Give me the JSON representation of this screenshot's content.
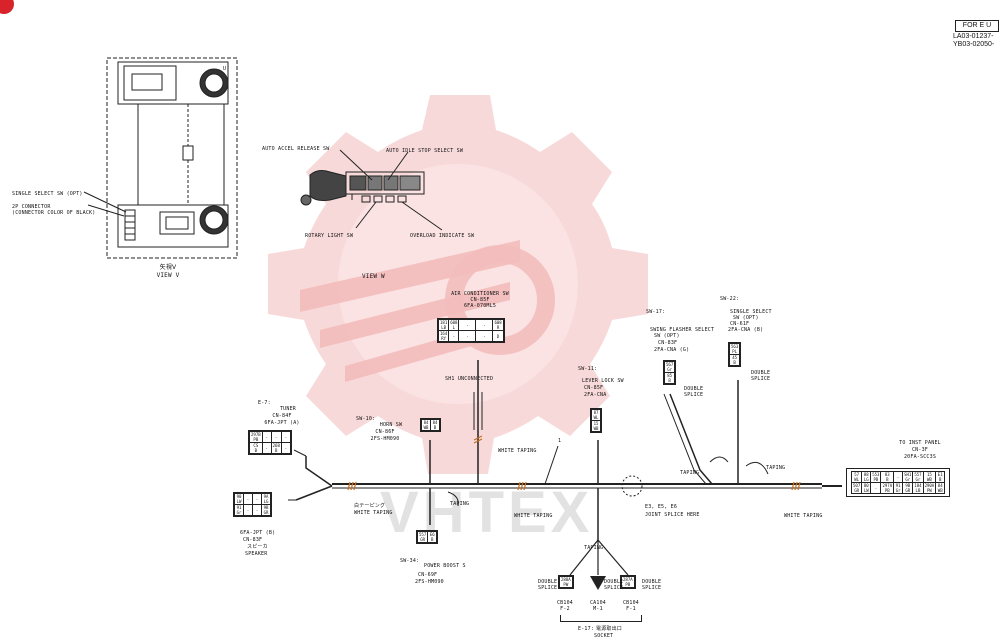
{
  "header": {
    "stamp": "FOR E U",
    "doc_numbers": [
      "LA03-01237-",
      "YB03-02050-"
    ]
  },
  "view_v": {
    "label_jp": "矢視V",
    "label_en": "VIEW V",
    "callout_select_sw": "SINGLE SELECT SW (OPT)",
    "callout_connector_1": "2P CONNECTOR",
    "callout_connector_2": "(CONNECTOR COLOR OF BLACK)",
    "panel_letter": "U"
  },
  "view_w": {
    "label": "VIEW W",
    "callouts": {
      "auto_accel": "AUTO ACCEL RELEASE SW",
      "auto_idle": "AUTO IDLE STOP SELECT SW",
      "rotary_light": "ROTARY LIGHT SW",
      "overload": "OVERLOAD INDICATE SW"
    }
  },
  "components": {
    "aircon": {
      "title": "AIR CONDITIONER SW",
      "conn": "CN-85F",
      "part": "6FA-070ML5",
      "note": "SH1 UNCONNECTED",
      "pins_top": [
        "181\nLB",
        "608\nL",
        "-",
        "-",
        "608\nR"
      ],
      "pins_bottom": [
        "164\nRY",
        "-",
        "-",
        "-",
        "D"
      ]
    },
    "tuner": {
      "id": "E-7:",
      "title": "TUNER",
      "conn": "CN-84F",
      "part": "6FA-JPT (A)",
      "pins_top": [
        "297B\nPB",
        "-",
        "-",
        "-"
      ],
      "pins_bottom": [
        "CS\nB",
        "-",
        "26B\nB",
        "-"
      ]
    },
    "speaker": {
      "part": "6FA-JPT (B)",
      "conn": "CN-83F",
      "label_jp": "スピーカ",
      "title": "SPEAKER",
      "pins_top": [
        "90\nLW",
        "-",
        "-",
        "9A\nLG"
      ],
      "pins_bottom": [
        "91\nGr",
        "-",
        "-",
        "9B\nGR"
      ]
    },
    "horn": {
      "id": "SW-10:",
      "title": "HORN SW",
      "conn": "CN-86F",
      "part": "2FS-HM090",
      "pins": [
        "84\nWB",
        "84\nB"
      ]
    },
    "power_boost": {
      "id": "SW-34:",
      "title": "POWER BOOST S",
      "conn": "CN-69F",
      "part": "2FS-HM090",
      "pins": [
        "557\nGR",
        "E6\nB"
      ]
    },
    "lever_lock": {
      "id": "SW-11:",
      "title": "LEVER LOCK SW",
      "conn": "CN-85F",
      "part": "2FA-CNA",
      "pins": [
        "87\nWL",
        "15\nWB"
      ]
    },
    "swing_flasher": {
      "id": "SW-17:",
      "title_1": "SWING FLASHER SELECT",
      "title_2": "SW (OPT)",
      "conn": "CN-83F",
      "part": "2FA-CNA (G)",
      "pins": [
        "567\nGr",
        "85\nB"
      ],
      "splice": "DOUBLE SPLICE"
    },
    "single_select": {
      "id": "SW-22:",
      "title_1": "SINGLE SELECT",
      "title_2": "SW (OPT)",
      "conn": "CN-61F",
      "part": "2FA-CNA (B)",
      "pins": [
        "563\nPL",
        "45\nB"
      ],
      "splice": "DOUBLE SPLICE"
    },
    "inst_panel": {
      "title": "TO INST PANEL",
      "conn": "CN-3F",
      "part": "20FA-SCC3S",
      "pins_top": [
        "57\nWL",
        "88\nLG",
        "553\nPB",
        "83\nB",
        "-",
        "SH1\nGr",
        "557\nGr",
        "15\nWB",
        "E1\nB"
      ],
      "pins_bottom": [
        "507\nGR",
        "80\nLW",
        "-",
        "297A\nPB",
        "91\nGr",
        "9B\nGR",
        "184\nLB",
        "290A\nPW",
        "84\nWB"
      ]
    },
    "socket": {
      "id": "E-17:",
      "title_jp": "電源取出口",
      "title_en": "SOCKET",
      "items": [
        {
          "code": "CB104",
          "pos": "F-2",
          "pin": "288A\nPW"
        },
        {
          "code": "CA104",
          "pos": "M-1",
          "pin": ""
        },
        {
          "code": "CB104",
          "pos": "F-1",
          "pin": "287A\nPB"
        }
      ]
    }
  },
  "harness_notes": {
    "white_taping": "WHITE TAPING",
    "taping": "TAPING",
    "white_taping_jp": "白テーピング",
    "joint_splice_1": "E3, E5, E6",
    "joint_splice_2": "JOINT SPLICE HERE",
    "double_splice": "DOUBLE SPLICE",
    "ref_mark": "1"
  },
  "watermark": {
    "text": "VHTEX"
  }
}
